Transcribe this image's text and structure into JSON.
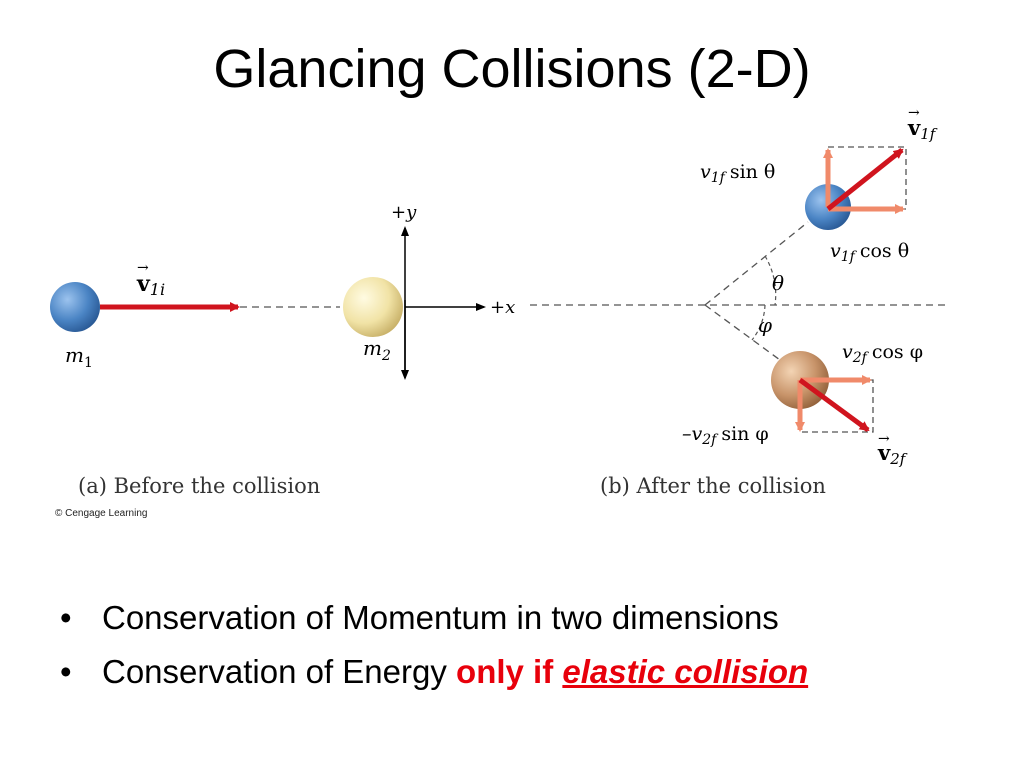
{
  "title": "Glancing Collisions (2-D)",
  "diagram": {
    "panel_a_caption": "(a) Before the collision",
    "panel_b_caption": "(b) After the collision",
    "copyright": "© Cengage Learning",
    "labels": {
      "v1i": "v",
      "v1i_sub": "1i",
      "m1": "m",
      "m1_sub": "1",
      "m2": "m",
      "m2_sub": "2",
      "plus_y": "+y",
      "plus_x": "+x",
      "v1f": "v",
      "v1f_sub": "1f",
      "v1f_sin": "v",
      "v1f_sin_sub": "1f",
      "sin_theta": "sin θ",
      "v1f_cos": "v",
      "v1f_cos_sub": "1f",
      "cos_theta": "cos θ",
      "theta": "θ",
      "phi": "φ",
      "v2f_cos": "v",
      "v2f_cos_sub": "2f",
      "cos_phi": "cos φ",
      "neg_v2f_sin": "–v",
      "neg_v2f_sin_sub": "2f",
      "sin_phi": "sin φ",
      "v2f": "v",
      "v2f_sub": "2f"
    },
    "colors": {
      "velocity_arrow": "#d0141e",
      "component_arrow": "#f08a6a",
      "ball_m1": "#4a84c4",
      "ball_m2": "#f0e0a0",
      "ball_m2_after": "#c8946a"
    }
  },
  "bullets": [
    {
      "text": "Conservation of Momentum in two dimensions"
    },
    {
      "text": "Conservation of Energy ",
      "emph": "only if ",
      "emph2": "elastic collision"
    }
  ]
}
